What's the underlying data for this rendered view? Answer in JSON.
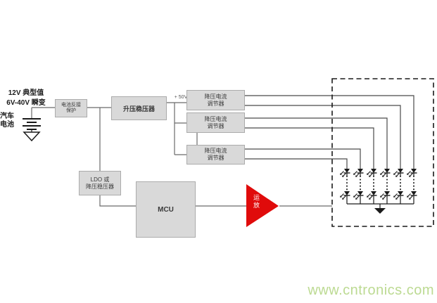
{
  "source": {
    "voltage_line1": "12V 典型值",
    "voltage_line2": "6V-40V 瞬变",
    "battery_label_line1": "汽车",
    "battery_label_line2": "电池"
  },
  "blocks": {
    "reverse_protection": {
      "line1": "电池反接",
      "line2": "保护"
    },
    "boost_regulator": {
      "label": "升压稳压器"
    },
    "rail_label": "+ 50V",
    "buck_regulators": [
      {
        "line1": "降压电流",
        "line2": "调节器"
      },
      {
        "line1": "降压电流",
        "line2": "调节器"
      },
      {
        "line1": "降压电流",
        "line2": "调节器"
      }
    ],
    "ldo": {
      "line1": "LDO 或",
      "line2": "降压稳压器"
    },
    "mcu": {
      "label": "MCU"
    },
    "opamp": {
      "label": "运放"
    }
  },
  "led_module": {
    "strings": 6,
    "leds_shown_per_string": 2
  },
  "watermark": "www.cntronics.com",
  "colors": {
    "block_fill": "#d9d9d9",
    "block_border": "#ababab",
    "wire_gray": "#6a6a6a",
    "schematic_black": "#1a1a1a",
    "opamp_red": "#e00b0b",
    "watermark_green": "#bcda92"
  }
}
